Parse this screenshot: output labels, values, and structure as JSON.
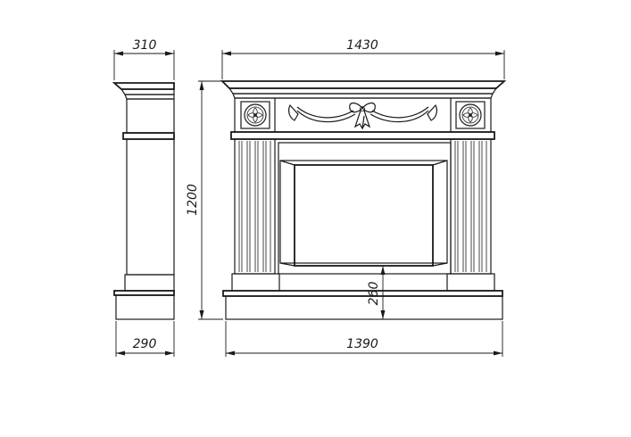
{
  "dimensions": {
    "side_top_depth": "310",
    "side_base_depth": "290",
    "front_overall_width": "1430",
    "front_base_width": "1390",
    "overall_height": "1200",
    "firebox_floor_height": "260"
  }
}
